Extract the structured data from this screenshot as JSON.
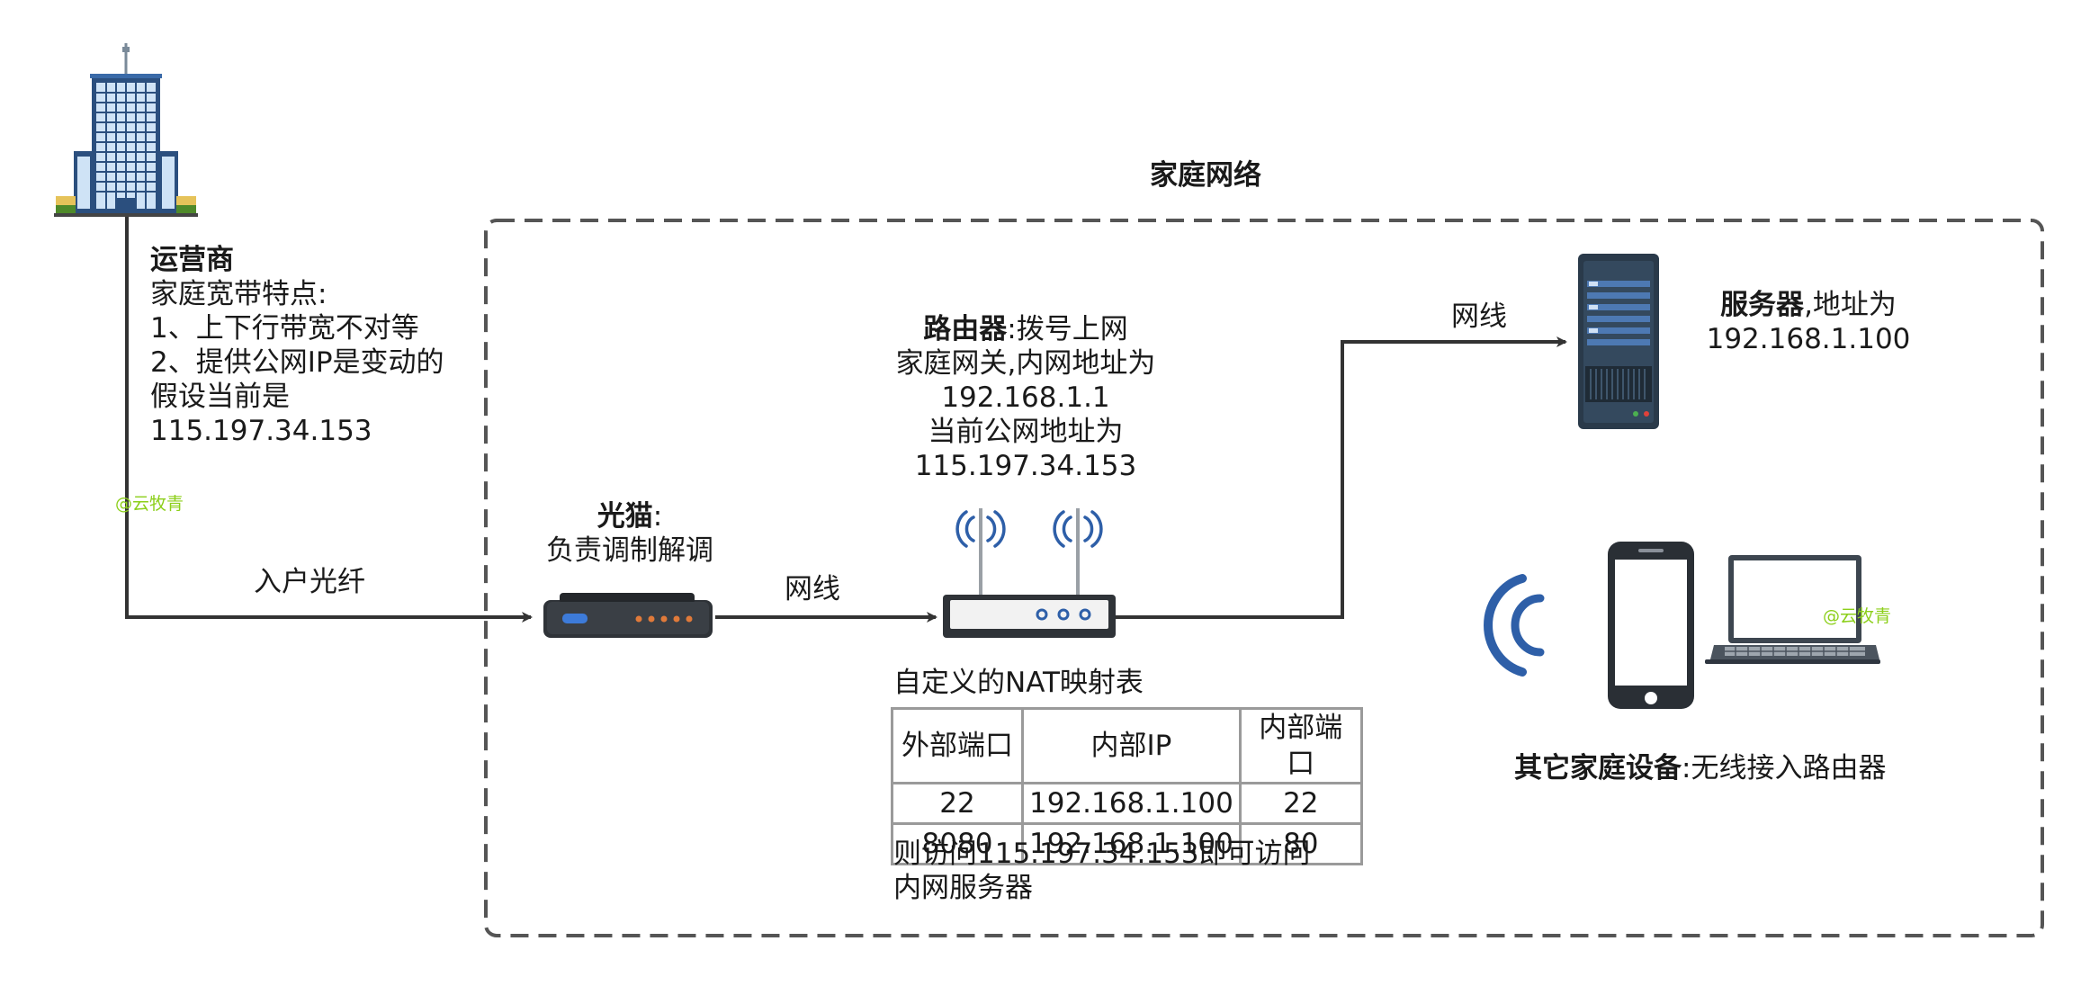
{
  "title": "家庭网络",
  "isp": {
    "name": "运营商",
    "lines": [
      "家庭宽带特点:",
      "1、上下行带宽不对等",
      "2、提供公网IP是变动的",
      "假设当前是",
      "115.197.34.153"
    ]
  },
  "fiber_label": "入户光纤",
  "modem": {
    "name": "光猫",
    "sep": ":",
    "desc": "负责调制解调"
  },
  "cable_label_1": "网线",
  "cable_label_2": "网线",
  "router": {
    "name": "路由器",
    "rest": ":拨号上网",
    "lines": [
      "家庭网关,内网地址为",
      "192.168.1.1",
      "当前公网地址为",
      "115.197.34.153"
    ]
  },
  "server": {
    "name": "服务器",
    "rest": ",地址为",
    "address": "192.168.1.100"
  },
  "devices": {
    "name": "其它家庭设备",
    "rest": ":无线接入路由器"
  },
  "nat": {
    "caption": "自定义的NAT映射表",
    "headers": [
      "外部端口",
      "内部IP",
      "内部端口"
    ],
    "rows": [
      [
        "22",
        "192.168.1.100",
        "22"
      ],
      [
        "8080",
        "192.168.1.100",
        "80"
      ]
    ],
    "note": [
      "则访问115.197.34.153即可访问",
      "内网服务器"
    ]
  },
  "watermark": "@云牧青",
  "colors": {
    "wire": "#333333",
    "wifi": "#2e5fa8",
    "building": "#3a6aa8",
    "dash": "#555555"
  }
}
